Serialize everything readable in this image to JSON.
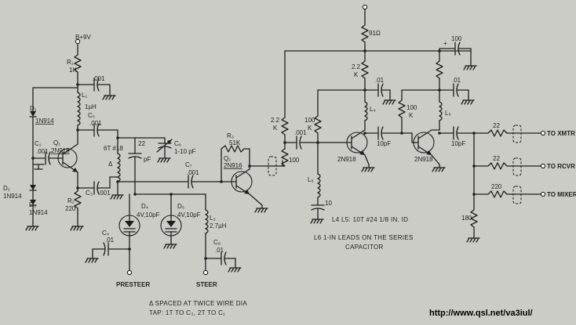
{
  "supply_left": "B+9V",
  "supply_right": "91Ω",
  "components": {
    "R1": {
      "ref": "R₁",
      "value": "1K"
    },
    "C_top_left": {
      "value": ".001"
    },
    "L1": {
      "ref": "L₁",
      "value": "1µH"
    },
    "D1": {
      "ref": "D₁",
      "value": "1N914"
    },
    "C1": {
      "ref": "C₁",
      "value": ".001"
    },
    "Q1": {
      "ref": "Q₁",
      "value": "2N918"
    },
    "C5": {
      "ref": "C₅",
      "value": ".001"
    },
    "tank_coil": {
      "value": "6T #18",
      "mark": "Δ"
    },
    "C_22": {
      "value": "22",
      "unit": "pF"
    },
    "C6": {
      "ref": "C₆",
      "value": "1-10 pF"
    },
    "D2": {
      "ref": "D₂",
      "value": "1N914"
    },
    "D3": {
      "ref": "D₃",
      "value": "1N914"
    },
    "R2": {
      "ref": "R₂",
      "value": "220"
    },
    "C3": {
      "ref": "C₃",
      "value": ".001"
    },
    "C7": {
      "ref": "C₇",
      "value": ".001"
    },
    "R3": {
      "ref": "R₃",
      "value": "51K"
    },
    "Q2": {
      "ref": "Q₂",
      "value": "2N916"
    },
    "D4": {
      "ref": "D₄",
      "value": "4V,10pF"
    },
    "D5": {
      "ref": "D₅",
      "value": "4V,10pF"
    },
    "L3": {
      "ref": "L₃",
      "value": "2.7µH"
    },
    "C4": {
      "ref": "C₄",
      "value": ".01"
    },
    "C8": {
      "ref": "C₈",
      "value": ".01"
    },
    "R_2_2K_a": {
      "value": "2.2",
      "unit": "K"
    },
    "R_100_a": {
      "value": "100"
    },
    "C_001_mid": {
      "value": ".001"
    },
    "R_100K_a": {
      "value": "100",
      "unit": "K"
    },
    "R_2_2K_b": {
      "value": "2.2",
      "unit": "K"
    },
    "C_01_a": {
      "value": ".01"
    },
    "L4": {
      "ref": "L₄"
    },
    "Q3": {
      "value": "2N918"
    },
    "C_10pF_a": {
      "value": "10pF"
    },
    "L6": {
      "ref": "L₆"
    },
    "C_10": {
      "value": "10"
    },
    "R_100K_b": {
      "value": "100",
      "unit": "K"
    },
    "C_01_b": {
      "value": ".01"
    },
    "L5": {
      "ref": "L₅"
    },
    "Q4": {
      "value": "2N918"
    },
    "C_10pF_b": {
      "value": "10pF"
    },
    "C_100": {
      "value": "100"
    },
    "R_22_a": {
      "value": "22"
    },
    "R_22_b": {
      "value": "22"
    },
    "R_220": {
      "value": "220"
    },
    "R_180": {
      "value": "180"
    }
  },
  "outputs": {
    "xmtr": "TO XMTR",
    "rcvr": "TO RCVR",
    "mixer": "TO MIXER"
  },
  "ports": {
    "presteer": "PRESTEER",
    "steer": "STEER"
  },
  "notes": {
    "coil_spec": "L4 L5: 10T #24 1/8 IN. ID",
    "l6_line1": "L6 1-IN LEADS ON THE SERIES",
    "l6_line2": "CAPACITOR",
    "delta_line1": "Δ SPACED AT TWICE WIRE DIA",
    "delta_line2": "TAP: 1T TO C₃, 2T TO C₁"
  },
  "watermark": "http://www.qsl.net/va3iul/"
}
